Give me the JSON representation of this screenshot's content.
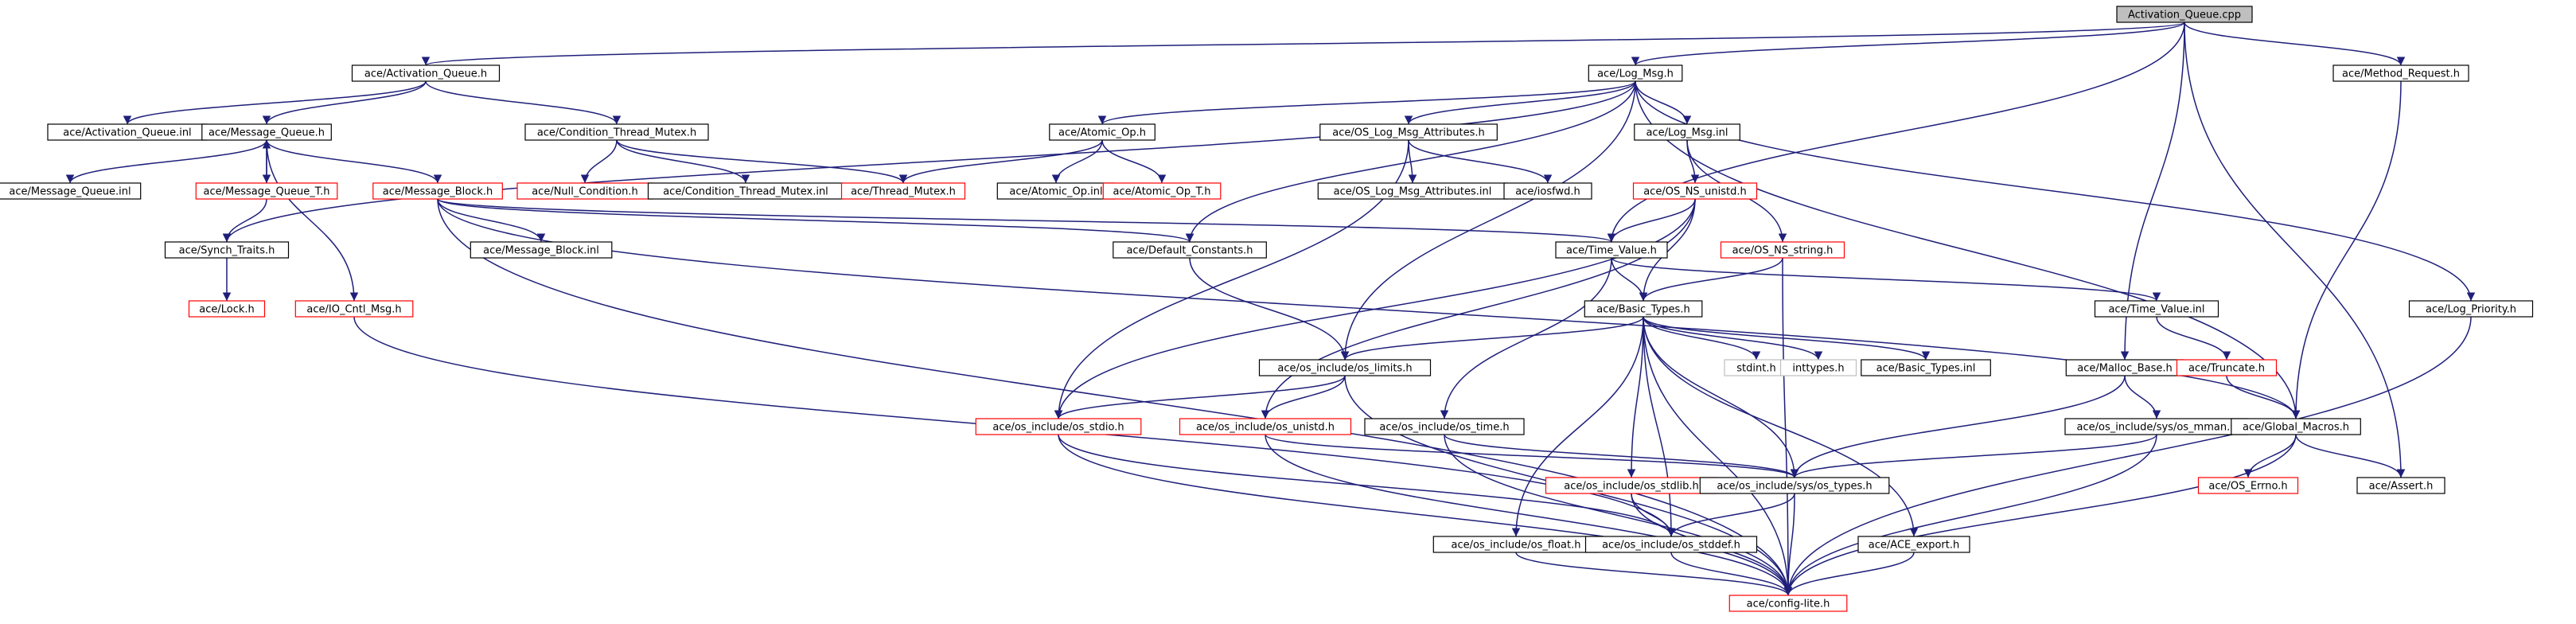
{
  "graph": {
    "nodes": [
      {
        "id": "root",
        "label": "Activation_Queue.cpp",
        "style": "root"
      },
      {
        "id": "aq_h",
        "label": "ace/Activation_Queue.h",
        "style": "normal"
      },
      {
        "id": "logmsg_h",
        "label": "ace/Log_Msg.h",
        "style": "normal"
      },
      {
        "id": "method_req",
        "label": "ace/Method_Request.h",
        "style": "normal"
      },
      {
        "id": "aq_inl",
        "label": "ace/Activation_Queue.inl",
        "style": "normal"
      },
      {
        "id": "mq_h",
        "label": "ace/Message_Queue.h",
        "style": "normal"
      },
      {
        "id": "ctm_h",
        "label": "ace/Condition_Thread_Mutex.h",
        "style": "normal"
      },
      {
        "id": "atomic_h",
        "label": "ace/Atomic_Op.h",
        "style": "normal"
      },
      {
        "id": "oslog_h",
        "label": "ace/OS_Log_Msg_Attributes.h",
        "style": "normal"
      },
      {
        "id": "logmsg_inl",
        "label": "ace/Log_Msg.inl",
        "style": "normal"
      },
      {
        "id": "mq_inl",
        "label": "ace/Message_Queue.inl",
        "style": "normal"
      },
      {
        "id": "mqt_h",
        "label": "ace/Message_Queue_T.h",
        "style": "red"
      },
      {
        "id": "mb_h",
        "label": "ace/Message_Block.h",
        "style": "red"
      },
      {
        "id": "nullcond_h",
        "label": "ace/Null_Condition.h",
        "style": "red"
      },
      {
        "id": "ctm_inl",
        "label": "ace/Condition_Thread_Mutex.inl",
        "style": "normal"
      },
      {
        "id": "thrmutex_h",
        "label": "ace/Thread_Mutex.h",
        "style": "red"
      },
      {
        "id": "atomic_inl",
        "label": "ace/Atomic_Op.inl",
        "style": "normal"
      },
      {
        "id": "atomict_h",
        "label": "ace/Atomic_Op_T.h",
        "style": "red"
      },
      {
        "id": "oslog_inl",
        "label": "ace/OS_Log_Msg_Attributes.inl",
        "style": "normal"
      },
      {
        "id": "iosfwd_h",
        "label": "ace/iosfwd.h",
        "style": "normal"
      },
      {
        "id": "osnsunistd_h",
        "label": "ace/OS_NS_unistd.h",
        "style": "red"
      },
      {
        "id": "synch_h",
        "label": "ace/Synch_Traits.h",
        "style": "normal"
      },
      {
        "id": "mb_inl",
        "label": "ace/Message_Block.inl",
        "style": "normal"
      },
      {
        "id": "defconst_h",
        "label": "ace/Default_Constants.h",
        "style": "normal"
      },
      {
        "id": "timeval_h",
        "label": "ace/Time_Value.h",
        "style": "normal"
      },
      {
        "id": "osnsstring_h",
        "label": "ace/OS_NS_string.h",
        "style": "red"
      },
      {
        "id": "lock_h",
        "label": "ace/Lock.h",
        "style": "red"
      },
      {
        "id": "iocntl_h",
        "label": "ace/IO_Cntl_Msg.h",
        "style": "red"
      },
      {
        "id": "basictypes_h",
        "label": "ace/Basic_Types.h",
        "style": "normal"
      },
      {
        "id": "timeval_inl",
        "label": "ace/Time_Value.inl",
        "style": "normal"
      },
      {
        "id": "logprio_h",
        "label": "ace/Log_Priority.h",
        "style": "normal"
      },
      {
        "id": "oslimits_h",
        "label": "ace/os_include/os_limits.h",
        "style": "normal"
      },
      {
        "id": "stdint_h",
        "label": "stdint.h",
        "style": "grey"
      },
      {
        "id": "inttypes_h",
        "label": "inttypes.h",
        "style": "grey"
      },
      {
        "id": "basictypes_inl",
        "label": "ace/Basic_Types.inl",
        "style": "normal"
      },
      {
        "id": "malloc_h",
        "label": "ace/Malloc_Base.h",
        "style": "normal"
      },
      {
        "id": "truncate_h",
        "label": "ace/Truncate.h",
        "style": "red"
      },
      {
        "id": "osstdio_h",
        "label": "ace/os_include/os_stdio.h",
        "style": "red"
      },
      {
        "id": "osunistd_h",
        "label": "ace/os_include/os_unistd.h",
        "style": "red"
      },
      {
        "id": "ostime_h",
        "label": "ace/os_include/os_time.h",
        "style": "normal"
      },
      {
        "id": "osmman_h",
        "label": "ace/os_include/sys/os_mman.h",
        "style": "normal"
      },
      {
        "id": "globalmacros_h",
        "label": "ace/Global_Macros.h",
        "style": "normal"
      },
      {
        "id": "osstdlib_h",
        "label": "ace/os_include/os_stdlib.h",
        "style": "red"
      },
      {
        "id": "ostypes_h",
        "label": "ace/os_include/sys/os_types.h",
        "style": "normal"
      },
      {
        "id": "oserrno_h",
        "label": "ace/OS_Errno.h",
        "style": "red"
      },
      {
        "id": "assert_h",
        "label": "ace/Assert.h",
        "style": "normal"
      },
      {
        "id": "aceexport_h",
        "label": "ace/ACE_export.h",
        "style": "normal"
      },
      {
        "id": "osfloat_h",
        "label": "ace/os_include/os_float.h",
        "style": "normal"
      },
      {
        "id": "osstddef_h",
        "label": "ace/os_include/os_stddef.h",
        "style": "normal"
      },
      {
        "id": "configlite_h",
        "label": "ace/config-lite.h",
        "style": "red"
      }
    ],
    "edges": [
      [
        "root",
        "aq_h"
      ],
      [
        "root",
        "logmsg_h"
      ],
      [
        "root",
        "method_req"
      ],
      [
        "root",
        "timeval_h"
      ],
      [
        "root",
        "malloc_h"
      ],
      [
        "root",
        "assert_h"
      ],
      [
        "aq_h",
        "aq_inl"
      ],
      [
        "aq_h",
        "mq_h"
      ],
      [
        "aq_h",
        "ctm_h"
      ],
      [
        "logmsg_h",
        "atomic_h"
      ],
      [
        "logmsg_h",
        "oslog_h"
      ],
      [
        "logmsg_h",
        "logmsg_inl"
      ],
      [
        "logmsg_h",
        "defconst_h"
      ],
      [
        "logmsg_h",
        "synch_h"
      ],
      [
        "logmsg_h",
        "oslimits_h"
      ],
      [
        "logmsg_h",
        "logprio_h"
      ],
      [
        "logmsg_h",
        "globalmacros_h"
      ],
      [
        "method_req",
        "globalmacros_h"
      ],
      [
        "mq_h",
        "mq_inl"
      ],
      [
        "mq_h",
        "mqt_h"
      ],
      [
        "mq_h",
        "mb_h"
      ],
      [
        "mq_h",
        "iocntl_h"
      ],
      [
        "ctm_h",
        "nullcond_h"
      ],
      [
        "ctm_h",
        "ctm_inl"
      ],
      [
        "ctm_h",
        "thrmutex_h"
      ],
      [
        "atomic_h",
        "thrmutex_h"
      ],
      [
        "atomic_h",
        "atomic_inl"
      ],
      [
        "atomic_h",
        "atomict_h"
      ],
      [
        "oslog_h",
        "oslog_inl"
      ],
      [
        "oslog_h",
        "iosfwd_h"
      ],
      [
        "oslog_h",
        "osstdio_h"
      ],
      [
        "logmsg_inl",
        "osnsunistd_h"
      ],
      [
        "logmsg_inl",
        "osnsstring_h"
      ],
      [
        "mqt_h",
        "mq_h"
      ],
      [
        "mqt_h",
        "synch_h"
      ],
      [
        "mb_h",
        "mb_inl"
      ],
      [
        "mb_h",
        "defconst_h"
      ],
      [
        "mb_h",
        "timeval_h"
      ],
      [
        "mb_h",
        "globalmacros_h"
      ],
      [
        "mb_h",
        "configlite_h"
      ],
      [
        "osnsunistd_h",
        "timeval_h"
      ],
      [
        "osnsunistd_h",
        "basictypes_h"
      ],
      [
        "osnsunistd_h",
        "osunistd_h"
      ],
      [
        "osnsunistd_h",
        "osstdio_h"
      ],
      [
        "synch_h",
        "lock_h"
      ],
      [
        "defconst_h",
        "oslimits_h"
      ],
      [
        "timeval_h",
        "basictypes_h"
      ],
      [
        "timeval_h",
        "timeval_inl"
      ],
      [
        "timeval_h",
        "ostime_h"
      ],
      [
        "osnsstring_h",
        "basictypes_h"
      ],
      [
        "osnsstring_h",
        "configlite_h"
      ],
      [
        "iocntl_h",
        "osstddef_h"
      ],
      [
        "basictypes_h",
        "oslimits_h"
      ],
      [
        "basictypes_h",
        "stdint_h"
      ],
      [
        "basictypes_h",
        "inttypes_h"
      ],
      [
        "basictypes_h",
        "basictypes_inl"
      ],
      [
        "basictypes_h",
        "osstdlib_h"
      ],
      [
        "basictypes_h",
        "ostypes_h"
      ],
      [
        "basictypes_h",
        "aceexport_h"
      ],
      [
        "basictypes_h",
        "osfloat_h"
      ],
      [
        "basictypes_h",
        "osstddef_h"
      ],
      [
        "basictypes_h",
        "configlite_h"
      ],
      [
        "timeval_inl",
        "truncate_h"
      ],
      [
        "logprio_h",
        "configlite_h"
      ],
      [
        "oslimits_h",
        "osstdio_h"
      ],
      [
        "oslimits_h",
        "osunistd_h"
      ],
      [
        "oslimits_h",
        "configlite_h"
      ],
      [
        "malloc_h",
        "osmman_h"
      ],
      [
        "malloc_h",
        "ostypes_h"
      ],
      [
        "truncate_h",
        "globalmacros_h"
      ],
      [
        "osstdio_h",
        "osstddef_h"
      ],
      [
        "osstdio_h",
        "configlite_h"
      ],
      [
        "osunistd_h",
        "ostypes_h"
      ],
      [
        "osunistd_h",
        "configlite_h"
      ],
      [
        "ostime_h",
        "ostypes_h"
      ],
      [
        "ostime_h",
        "configlite_h"
      ],
      [
        "osmman_h",
        "ostypes_h"
      ],
      [
        "osmman_h",
        "configlite_h"
      ],
      [
        "globalmacros_h",
        "oserrno_h"
      ],
      [
        "globalmacros_h",
        "assert_h"
      ],
      [
        "globalmacros_h",
        "configlite_h"
      ],
      [
        "osstdlib_h",
        "osstddef_h"
      ],
      [
        "osstdlib_h",
        "configlite_h"
      ],
      [
        "ostypes_h",
        "osstddef_h"
      ],
      [
        "ostypes_h",
        "configlite_h"
      ],
      [
        "aceexport_h",
        "configlite_h"
      ],
      [
        "osfloat_h",
        "configlite_h"
      ],
      [
        "osstddef_h",
        "configlite_h"
      ]
    ]
  }
}
